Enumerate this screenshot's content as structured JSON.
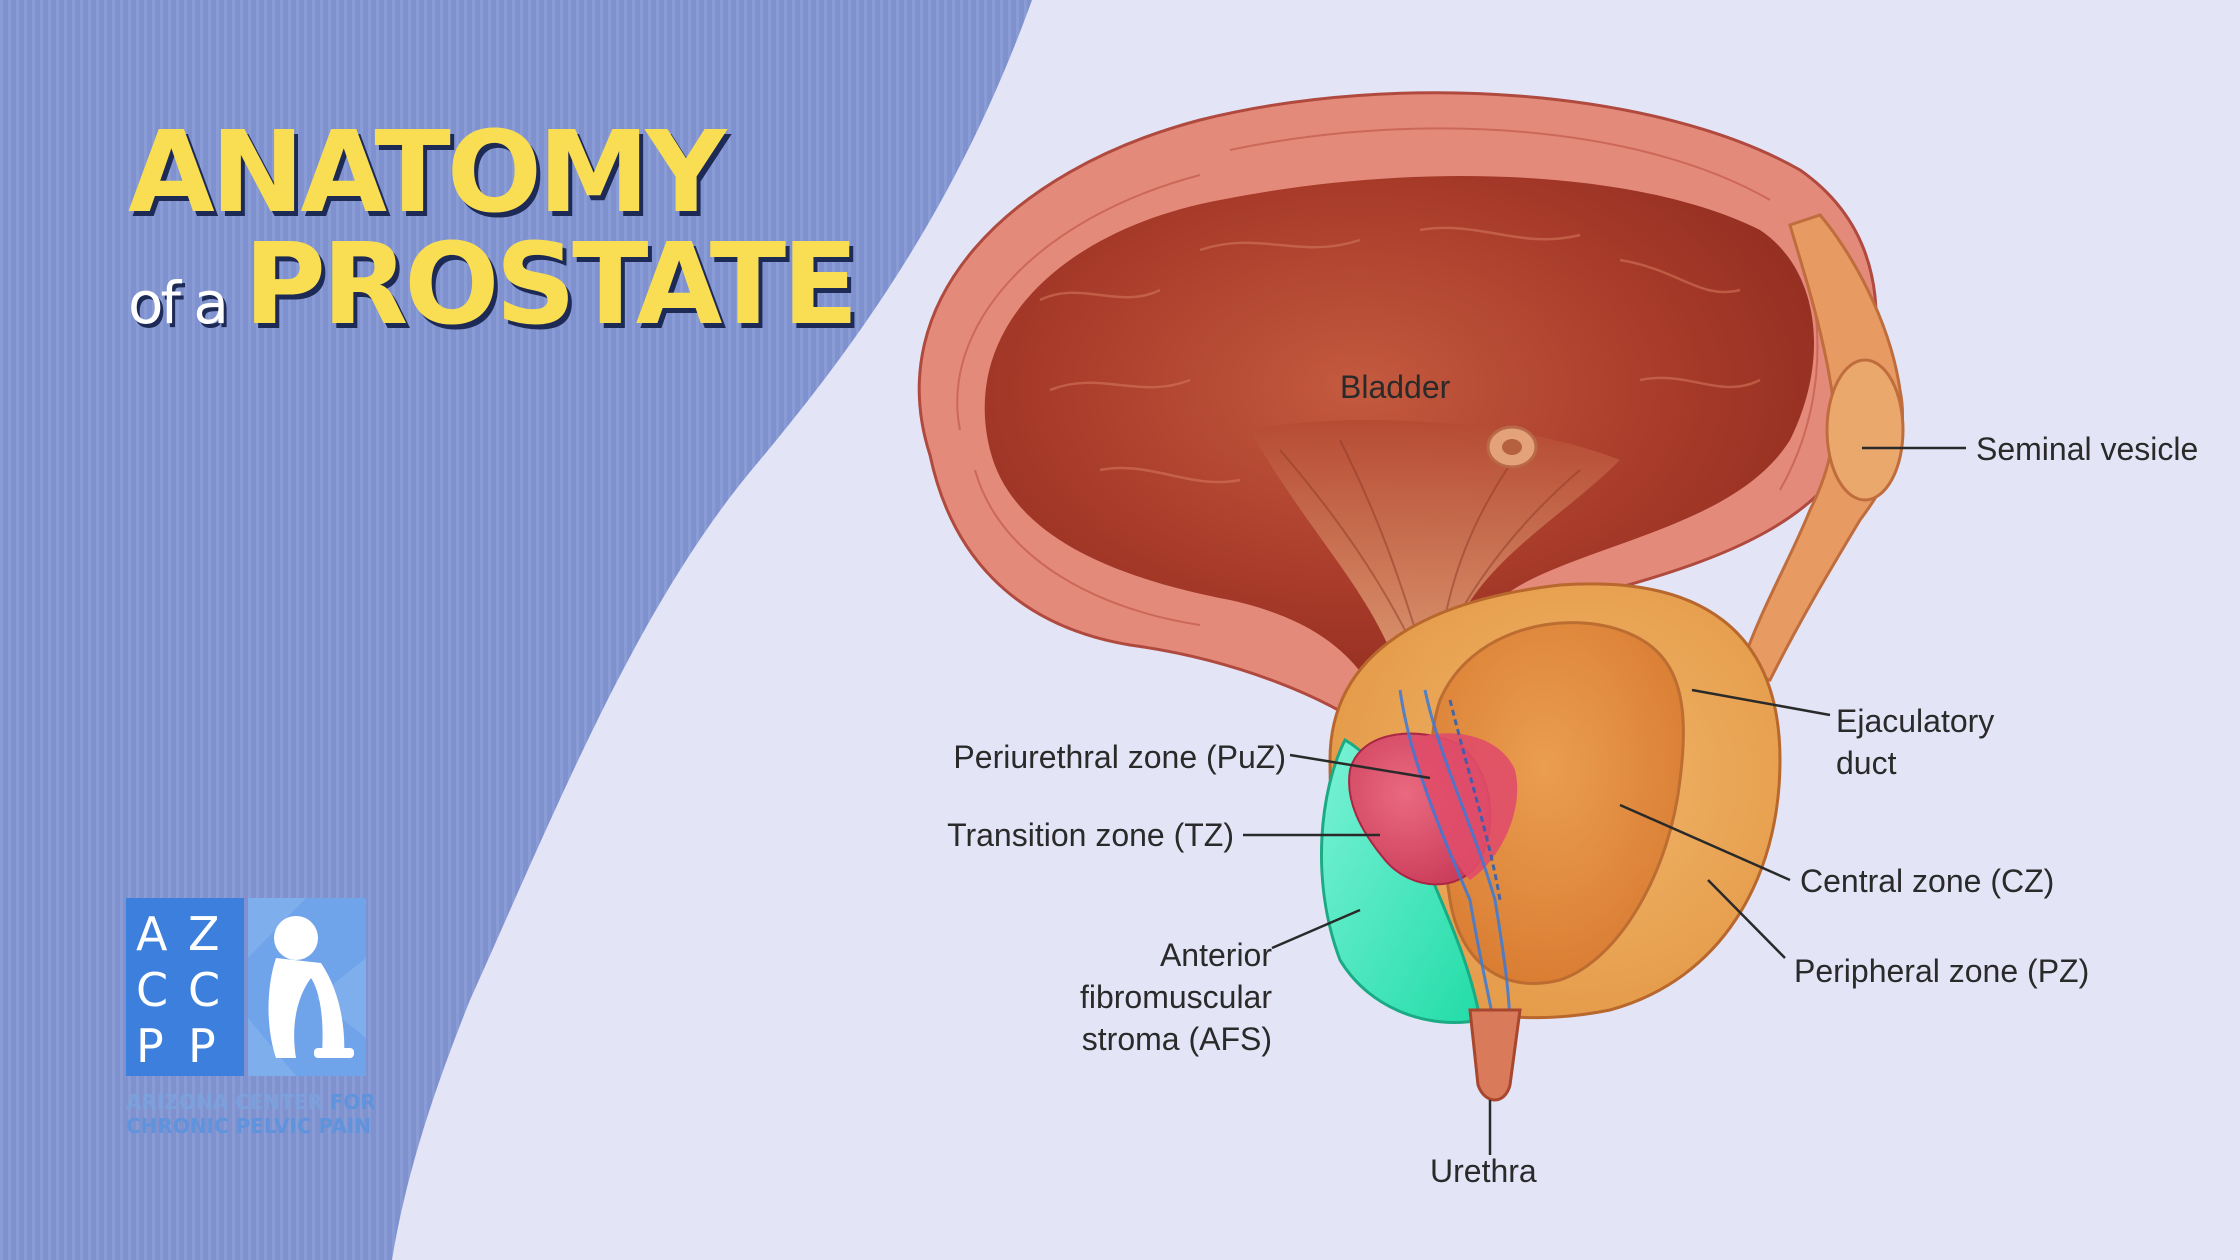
{
  "title": {
    "line1": "ANATOMY",
    "line2_small": "of a",
    "line2_big": "PROSTATE"
  },
  "labels": {
    "bladder": "Bladder",
    "seminal_vesicle": "Seminal vesicle",
    "ejaculatory_duct_1": "Ejaculatory",
    "ejaculatory_duct_2": "duct",
    "puz": "Periurethral zone (PuZ)",
    "tz": "Transition zone (TZ)",
    "cz": "Central zone (CZ)",
    "afs_1": "Anterior",
    "afs_2": "fibromuscular",
    "afs_3": "stroma (AFS)",
    "pz": "Peripheral zone (PZ)",
    "urethra": "Urethra"
  },
  "logo": {
    "letters": [
      "A",
      "Z",
      "C",
      "C",
      "P",
      "P"
    ],
    "name_line1_a": "ARIZONA CENTER",
    "name_line1_b": "FOR",
    "name_line2": "CHRONIC PELVIC PAIN"
  },
  "colors": {
    "left_panel": "#7f92cf",
    "background": "#e3e4f6",
    "title_yellow": "#f9dd52",
    "bladder_wall": "#e48a7b",
    "bladder_inner": "#a83b2a",
    "prostate_orange": "#eba659",
    "central_zone": "#e08a3c",
    "transition_pink": "#de4f6b",
    "afs_teal": "#3fe6bb",
    "logo_blue": "#3d7fdc"
  }
}
